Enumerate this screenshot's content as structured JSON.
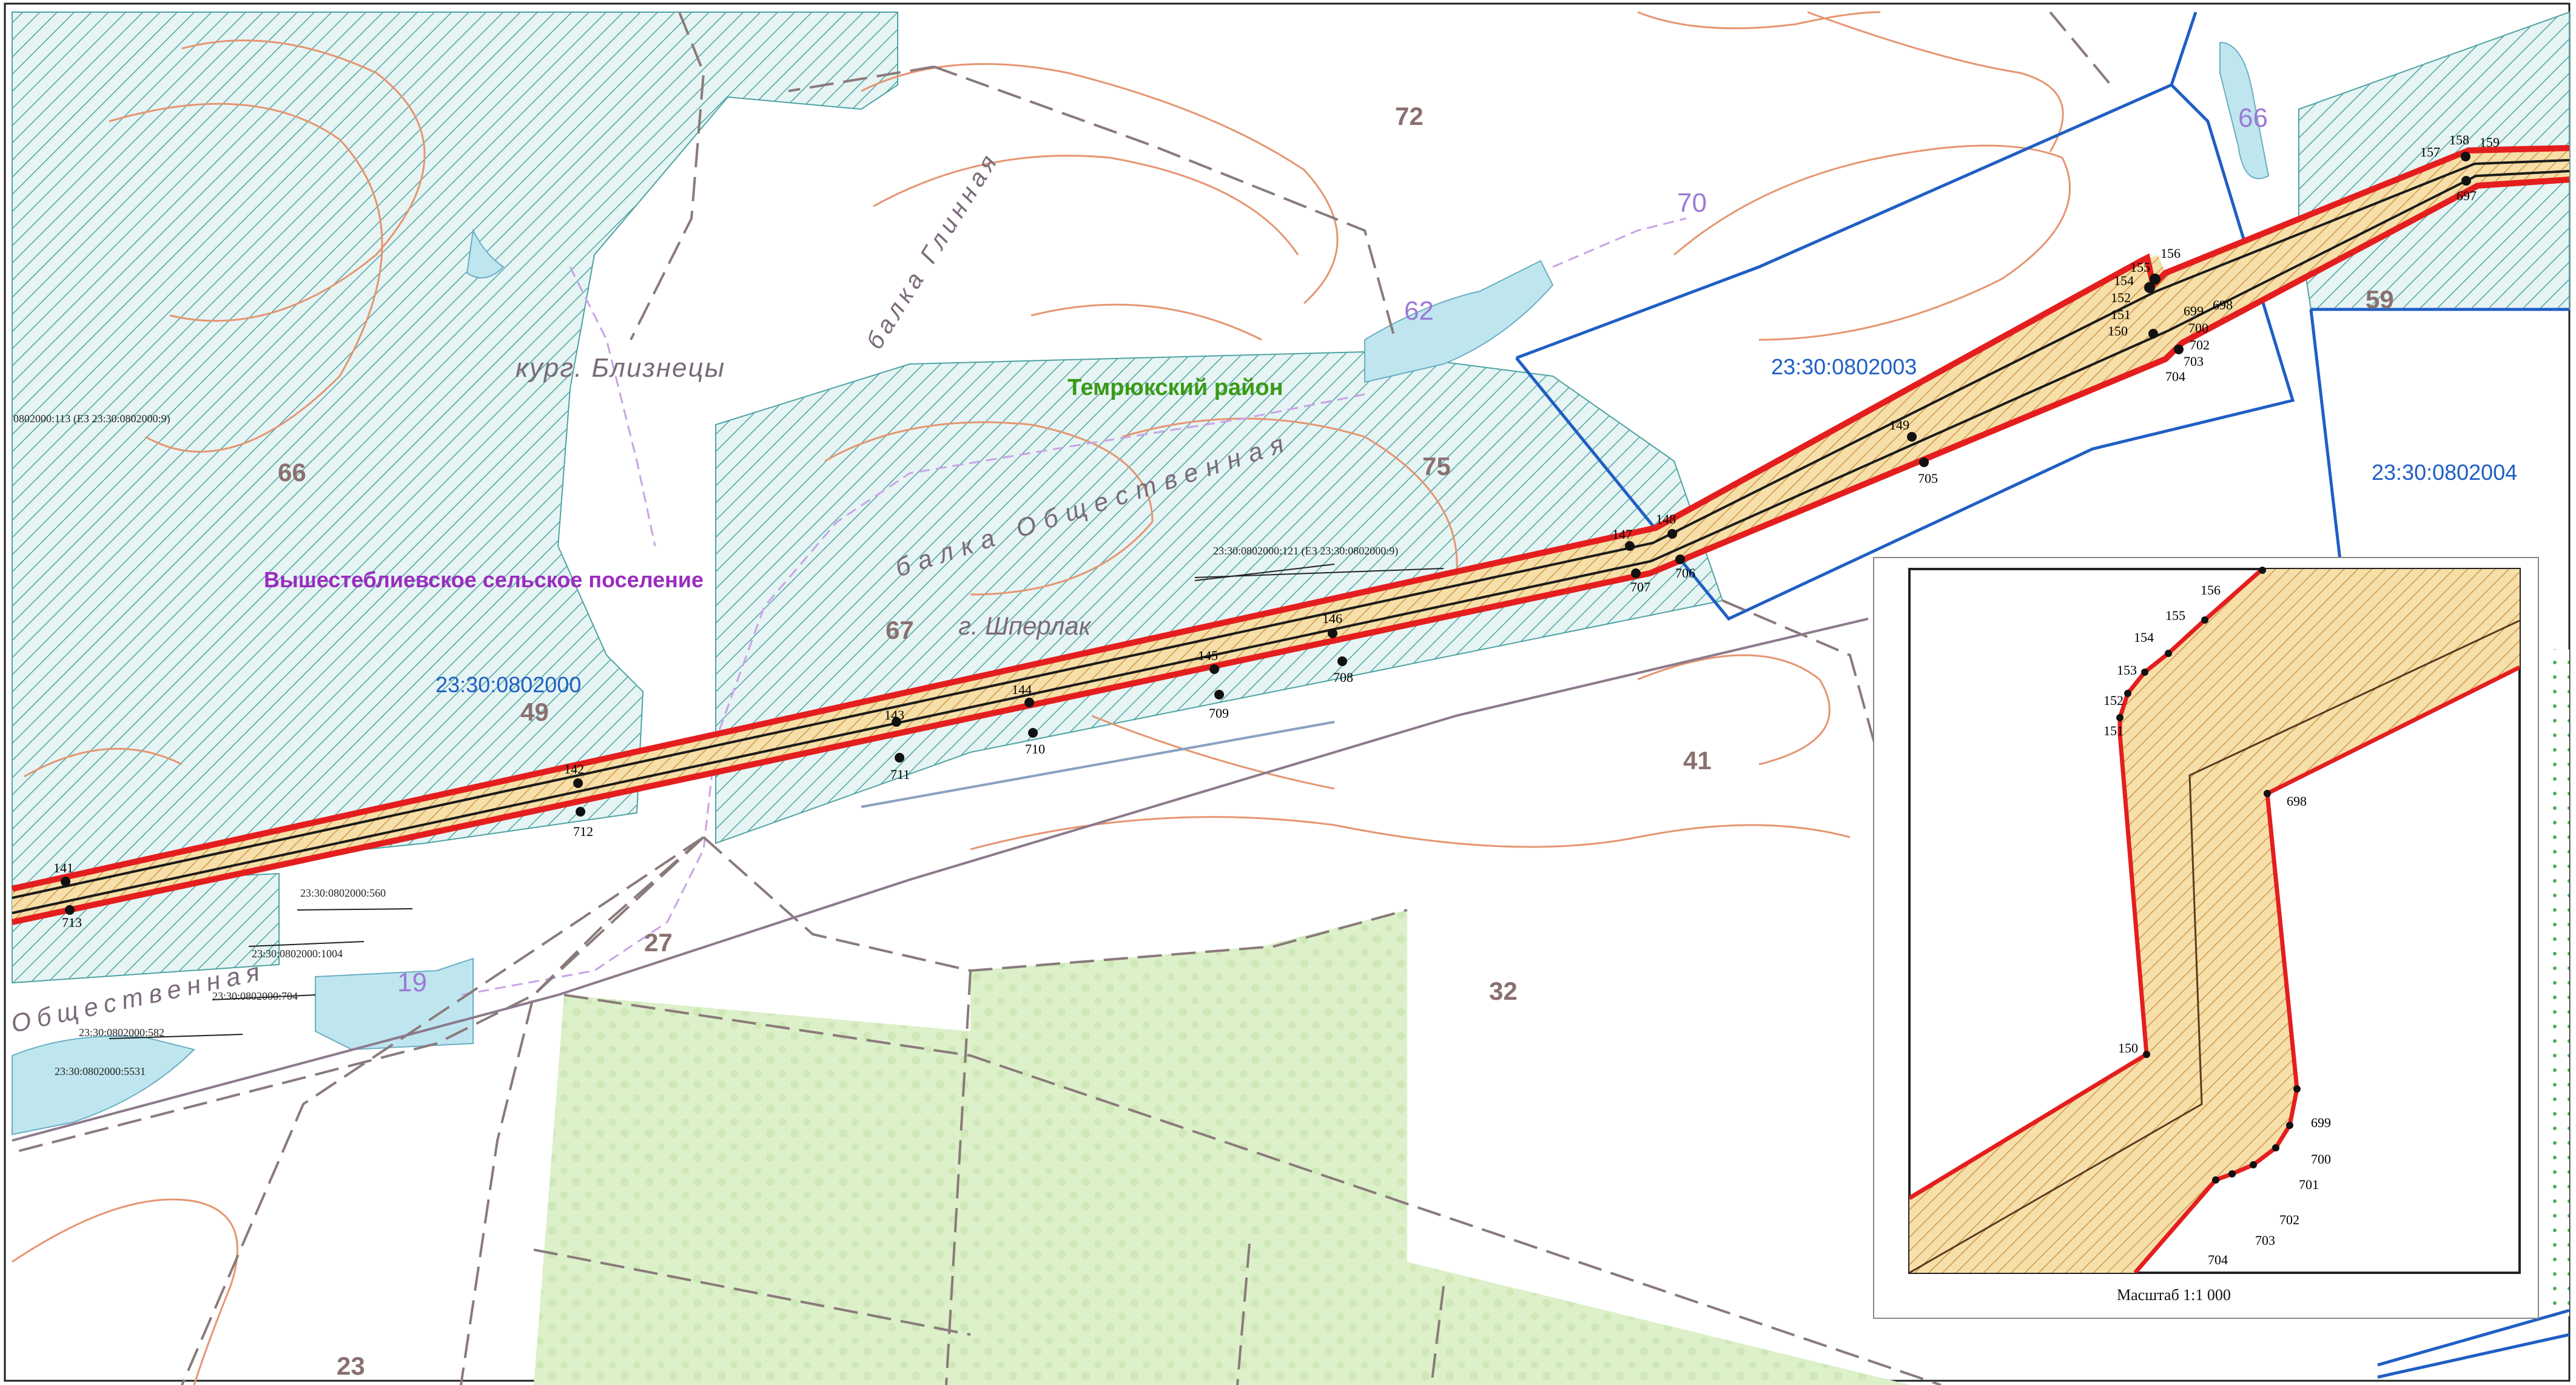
{
  "labels": {
    "district": "Темрюкский район",
    "settlement": "Вышестеблиевское сельское поселение",
    "kurg": "кург. Близнецы",
    "balka_glin": "балка Глинная",
    "balka_obsh": "балка Общественная",
    "sherlak": "г. Шперлак",
    "obsh_frag": "Общественная"
  },
  "parcels": {
    "p72": "72",
    "p66": "66",
    "p75": "75",
    "p67": "67",
    "p49": "49",
    "p41": "41",
    "p27": "27",
    "p32": "32",
    "p23": "23",
    "p59": "59"
  },
  "water": {
    "w66": "66",
    "w62": "62",
    "w70": "70",
    "w19": "19"
  },
  "cadastral": {
    "q2000": "23:30:0802000",
    "q2003": "23:30:0802003",
    "q2004": "23:30:0802004"
  },
  "small_refs": {
    "r113": "0802000:113 (ЕЗ 23:30:0802000:9)",
    "r121": "23:30:0802000:121 (ЕЗ 23:30:0802000:9)",
    "r560": "23:30:0802000:560",
    "r1004": "23:30:0802000:1004",
    "r704": "23:30:0802000:704",
    "r582": "23:30:0802000:582",
    "r5531": "23:30:0802000:5531"
  },
  "points": {
    "n141": "141",
    "n142": "142",
    "n143": "143",
    "n144": "144",
    "n145": "145",
    "n146": "146",
    "n147": "147",
    "n148": "148",
    "n149": "149",
    "n150": "150",
    "n151": "151",
    "n152": "152",
    "n154": "154",
    "n155": "155",
    "n156": "156",
    "n157": "157",
    "n158": "158",
    "n159": "159",
    "n697": "697",
    "n698": "698",
    "n699": "699",
    "n700": "700",
    "n702": "702",
    "n703": "703",
    "n704": "704",
    "n705": "705",
    "n706": "706",
    "n707": "707",
    "n708": "708",
    "n709": "709",
    "n710": "710",
    "n711": "711",
    "n712": "712",
    "n713": "713"
  },
  "inset": {
    "scale": "Масштаб 1:1 000",
    "points": {
      "i156": "156",
      "i155": "155",
      "i154": "154",
      "i153": "153",
      "i152": "152",
      "i151": "151",
      "i698": "698",
      "i150": "150",
      "i699": "699",
      "i700": "700",
      "i701": "701",
      "i702": "702",
      "i703": "703",
      "i704": "704"
    }
  },
  "colors": {
    "corridor_fill": "#f3d79a",
    "corridor_red": "#e41e1e",
    "forest_hatch": "#4fa3a3",
    "water": "#bfe6ef",
    "contour": "#e59570",
    "quarter": "#1f5fc4",
    "green_field": "#d9f0c8"
  }
}
